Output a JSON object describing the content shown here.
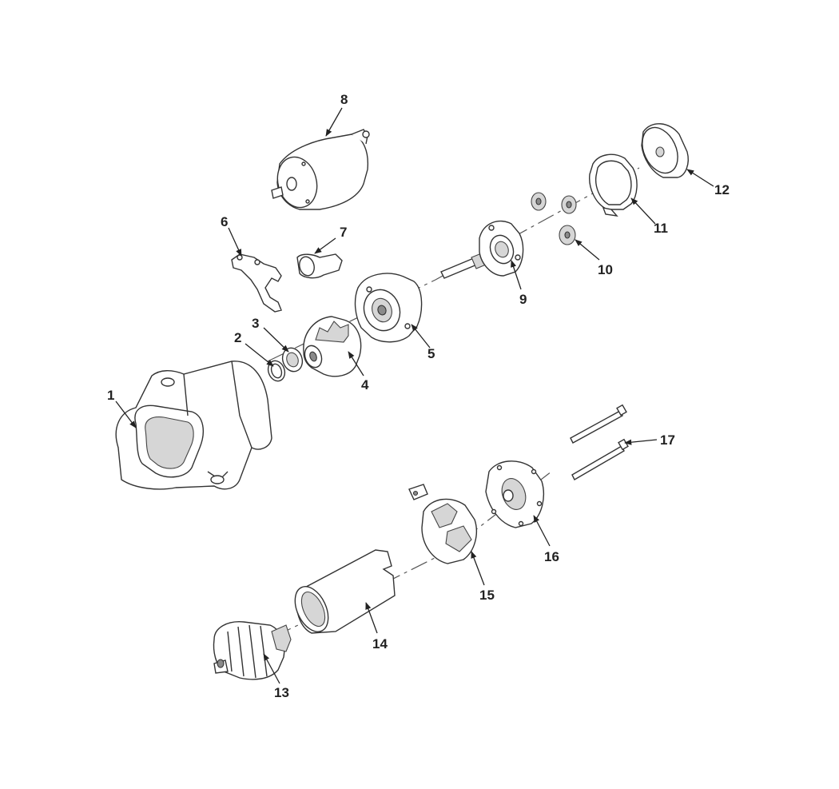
{
  "labels": {
    "l1": "1",
    "l2": "2",
    "l3": "3",
    "l4": "4",
    "l5": "5",
    "l6": "6",
    "l7": "7",
    "l8": "8",
    "l9": "9",
    "l10": "10",
    "l11": "11",
    "l12": "12",
    "l13": "13",
    "l14": "14",
    "l15": "15",
    "l16": "16",
    "l17": "17"
  },
  "colors": {
    "line": "#333333",
    "fill": "#ffffff",
    "shade": "#d6d6d6"
  }
}
